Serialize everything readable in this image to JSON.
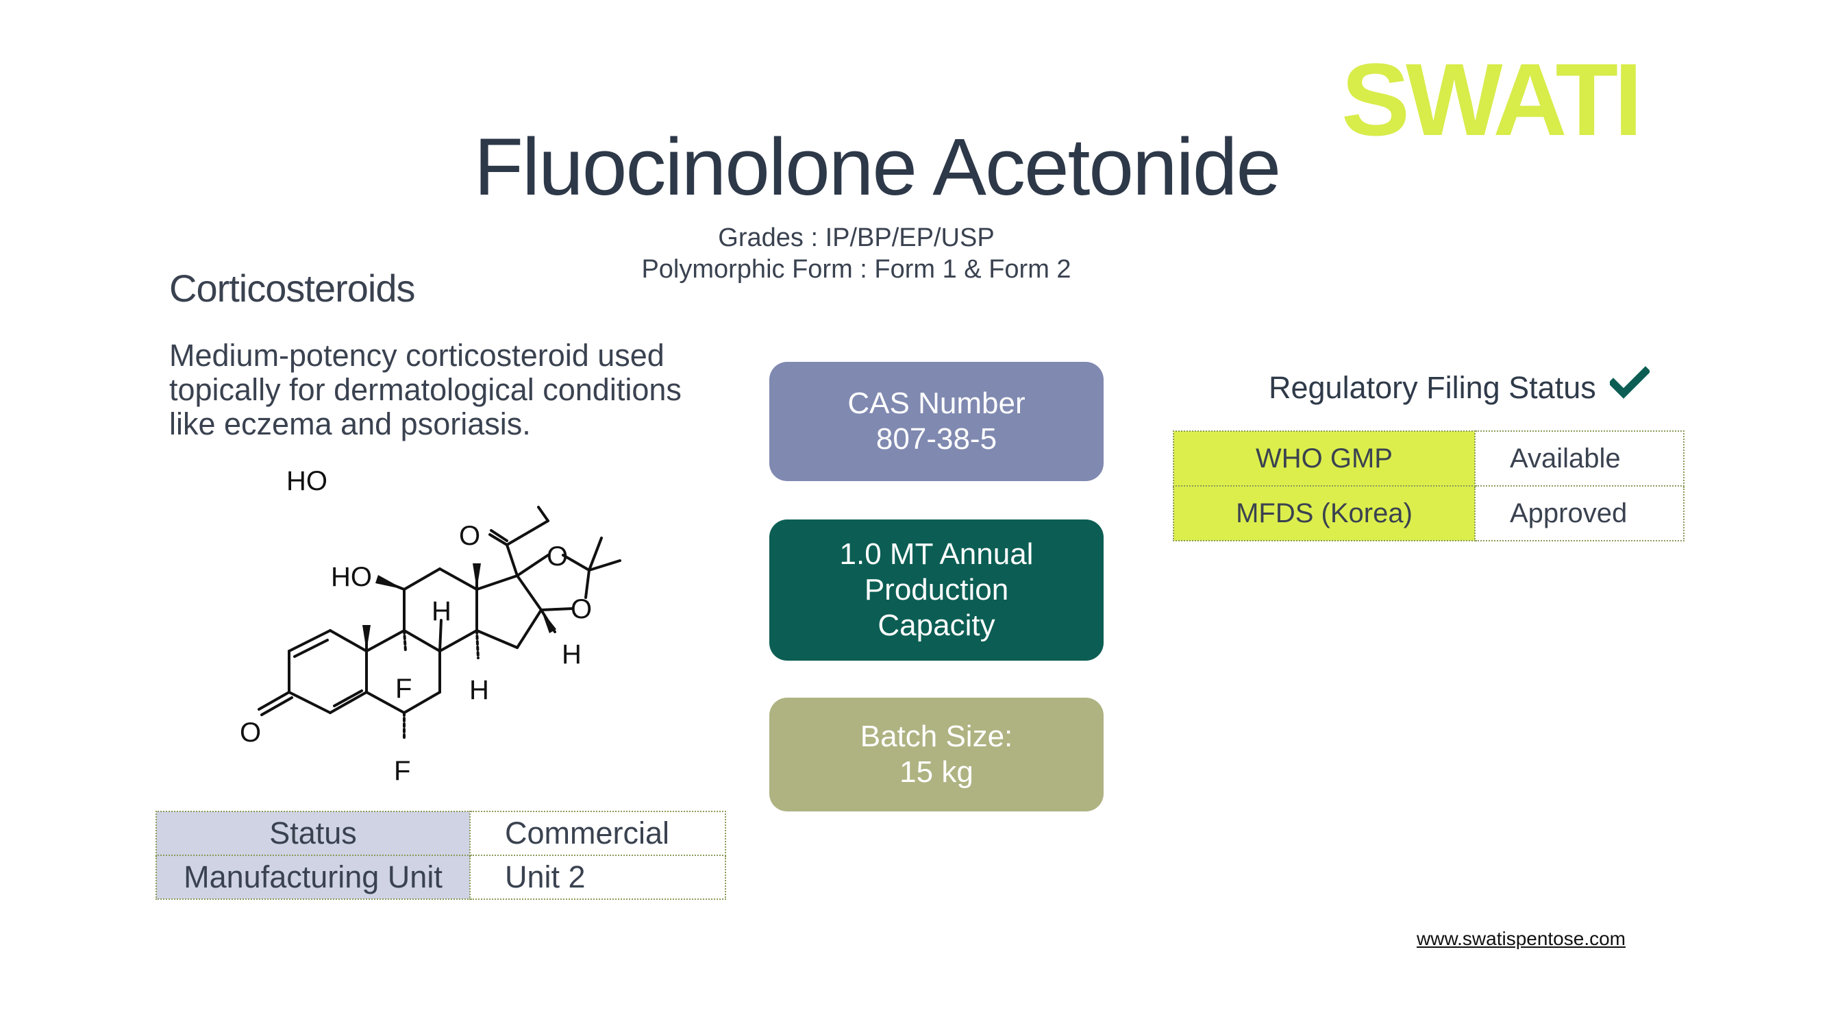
{
  "brand": {
    "logo_text": "SWATI",
    "logo_color": "#d8ec4a"
  },
  "product": {
    "title": "Fluocinolone Acetonide",
    "grades": "Grades : IP/BP/EP/USP",
    "polymorphic_form": "Polymorphic Form : Form 1 & Form 2",
    "category": "Corticosteroids",
    "description": "Medium-potency corticosteroid used topically for dermatological conditions like eczema and psoriasis."
  },
  "structure": {
    "atom_labels": [
      "HO",
      "O",
      "HO",
      "O",
      "O",
      "H",
      "H",
      "F",
      "H",
      "O",
      "F"
    ]
  },
  "cards": {
    "cas": {
      "line1": "CAS Number",
      "line2": "807-38-5",
      "color": "#8089b0"
    },
    "capacity": {
      "line1": "1.0 MT Annual",
      "line2": "Production",
      "line3": "Capacity",
      "color": "#0c5e54"
    },
    "batch": {
      "line1": "Batch Size:",
      "line2": "15 kg",
      "color": "#afb382"
    }
  },
  "status_table": {
    "rows": [
      {
        "key": "Status",
        "value": "Commercial"
      },
      {
        "key": "Manufacturing Unit",
        "value": "Unit 2"
      }
    ]
  },
  "regulatory": {
    "title": "Regulatory Filing Status",
    "icon": "checkmark-icon",
    "check_color": "#0c5e54",
    "rows": [
      {
        "key": "WHO GMP",
        "value": "Available"
      },
      {
        "key": "MFDS (Korea)",
        "value": "Approved"
      }
    ]
  },
  "footer": {
    "url": "www.swatispentose.com"
  }
}
